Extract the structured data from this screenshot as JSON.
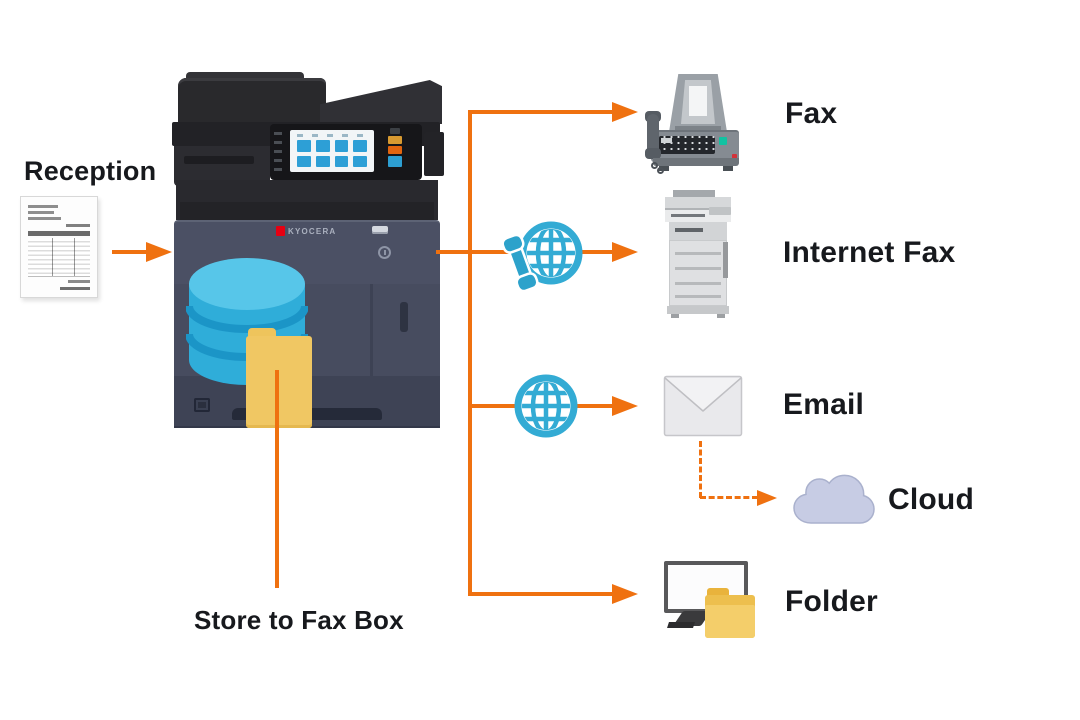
{
  "source": {
    "label": "Reception",
    "icon": "document-icon"
  },
  "printer": {
    "brand": "KYOCERA",
    "overlay_icons": [
      "database-icon",
      "folder-icon"
    ]
  },
  "store": {
    "label": "Store to Fax Box"
  },
  "destinations": {
    "fax": {
      "label": "Fax",
      "icon": "fax-machine-icon"
    },
    "internet_fax": {
      "label": "Internet Fax",
      "icon": "copier-icon",
      "via_icon": "globe-phone-icon"
    },
    "email": {
      "label": "Email",
      "icon": "envelope-icon",
      "via_icon": "globe-icon"
    },
    "cloud": {
      "label": "Cloud",
      "icon": "cloud-icon",
      "connector": "dashed-arrow"
    },
    "folder": {
      "label": "Folder",
      "icon": "monitor-folder-icon"
    }
  },
  "colors": {
    "arrow_orange": "#ef7110",
    "label_text": "#17191d",
    "globe_teal": "#33abd4",
    "database_blue": "#2fadd9",
    "folder_yellow": "#f0c763",
    "cloud_lavender": "#c7cce4",
    "kyocera_red": "#e60012"
  }
}
